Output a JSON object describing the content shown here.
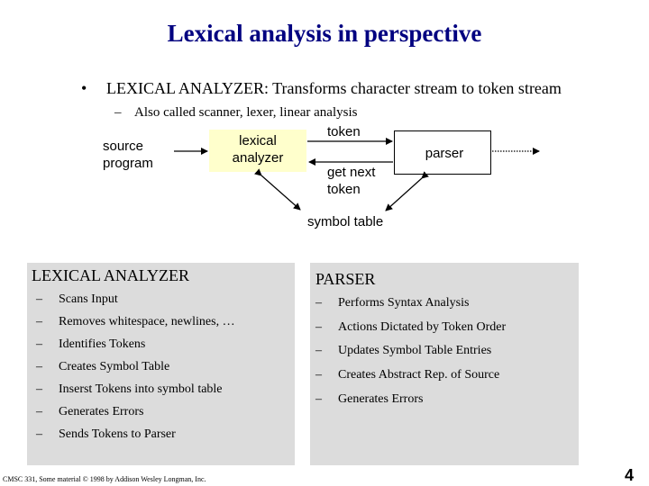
{
  "title": "Lexical analysis in perspective",
  "bullet": {
    "marker": "•",
    "text": "LEXICAL ANALYZER: Transforms character stream to token stream"
  },
  "subbullet": {
    "marker": "–",
    "text": "Also called scanner, lexer, linear analysis"
  },
  "diagram": {
    "source_line1": "source",
    "source_line2": "program",
    "lexer_line1": "lexical",
    "lexer_line2": "analyzer",
    "token_label": "token",
    "parser_label": "parser",
    "getnext_line1": "get next",
    "getnext_line2": "token",
    "symbol_table": "symbol table",
    "lexer_box_color": "#ffffcc"
  },
  "left_panel": {
    "heading": "LEXICAL ANALYZER",
    "marker": "–",
    "items": [
      "Scans Input",
      "Removes whitespace, newlines, …",
      "Identifies Tokens",
      "Creates Symbol Table",
      "Inserst Tokens into symbol table",
      "Generates Errors",
      "Sends Tokens to Parser"
    ]
  },
  "right_panel": {
    "heading": "PARSER",
    "marker": "–",
    "items": [
      "Performs Syntax Analysis",
      "Actions Dictated by Token Order",
      "Updates Symbol Table Entries",
      "Creates Abstract Rep. of Source",
      "Generates Errors"
    ]
  },
  "colors": {
    "title": "#000080",
    "panel_bg": "#dcdcdc"
  },
  "footer": "CMSC 331, Some material © 1998 by Addison Wesley Longman, Inc.",
  "page_number": "4"
}
